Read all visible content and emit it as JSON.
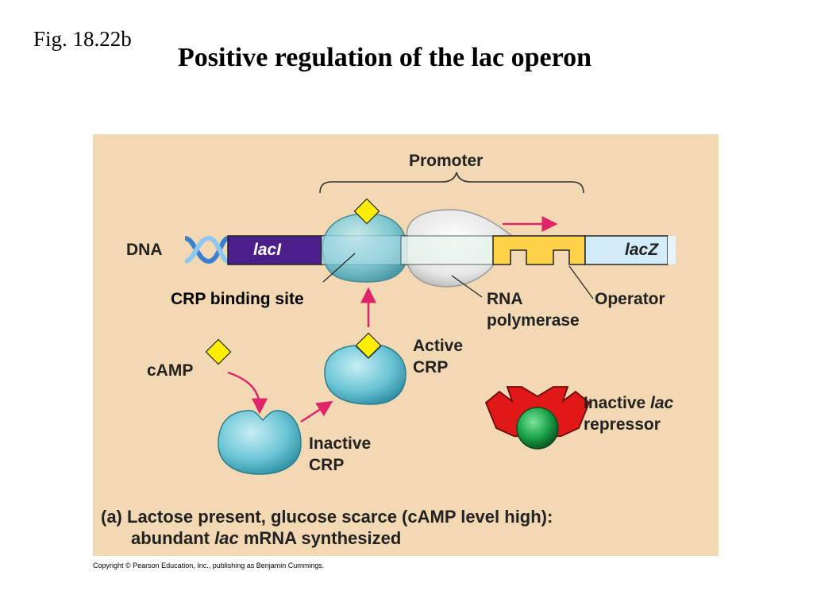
{
  "figure": {
    "fig_label": "Fig. 18.22b",
    "title": "Positive regulation of the lac operon"
  },
  "diagram": {
    "promoter_label": "Promoter",
    "dna_label": "DNA",
    "laci_label": "lacI",
    "lacz_label": "lacZ",
    "crp_binding_site_label": "CRP binding site",
    "rna_polymerase_label": [
      "RNA",
      "polymerase"
    ],
    "operator_label": "Operator",
    "camp_label": "cAMP",
    "active_crp_label": [
      "Active",
      "CRP"
    ],
    "inactive_crp_label": [
      "Inactive",
      "CRP"
    ],
    "inactive_repressor_label": {
      "line1_prefix": "Inactive ",
      "line1_italic": "lac",
      "line2": "repressor"
    },
    "caption": {
      "line1": "(a) Lactose present, glucose scarce (cAMP level high):",
      "line2_prefix": "abundant ",
      "line2_italic": "lac",
      "line2_suffix": " mRNA synthesized"
    }
  },
  "copyright": "Copyright © Pearson Education, Inc., publishing as Benjamin Cummings.",
  "colors": {
    "panel_bg": "#f3d8b4",
    "laci": "#4b1f8a",
    "lacz": "#d3ecf9",
    "promoter_region": "#b7dce4",
    "operator": "#ffd24a",
    "crp": "#6cc6d6",
    "camp": "#ffee00",
    "arrow": "#e0246a",
    "repressor": "#e01818",
    "repressor_ball": "#1aa34a",
    "polymerase": "#eeeeee"
  }
}
